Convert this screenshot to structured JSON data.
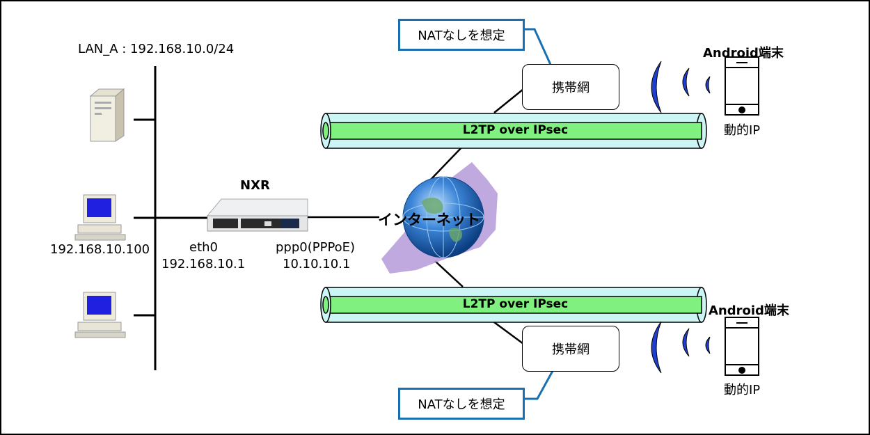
{
  "lan": {
    "label": "LAN_A : 192.168.10.0/24"
  },
  "pc_middle": {
    "ip": "192.168.10.100"
  },
  "router": {
    "name": "NXR",
    "lan_if": "eth0",
    "lan_ip": "192.168.10.1",
    "wan_if": "ppp0(PPPoE)",
    "wan_ip": "10.10.10.1"
  },
  "internet": {
    "label": "インターネット"
  },
  "tunnels": [
    {
      "label": "L2TP over IPsec"
    },
    {
      "label": "L2TP over IPsec"
    }
  ],
  "mobile_net": [
    {
      "label": "携帯網"
    },
    {
      "label": "携帯網"
    }
  ],
  "notes": [
    {
      "label": "NATなしを想定"
    },
    {
      "label": "NATなしを想定"
    }
  ],
  "devices": [
    {
      "title": "Android端末",
      "ip_note": "動的IP"
    },
    {
      "title": "Android端末",
      "ip_note": "動的IP"
    }
  ],
  "colors": {
    "tunnel_outer": "#ccf6f6",
    "tunnel_inner": "#80f080",
    "callout_border": "#1a6fb0",
    "wave": "#1f3fd0",
    "globe": "#2a6fc0",
    "splash": "#b59ad8"
  },
  "icons": [
    "server-icon",
    "pc-icon",
    "router-icon",
    "globe-icon",
    "phone-icon",
    "signal-wave-icon"
  ]
}
